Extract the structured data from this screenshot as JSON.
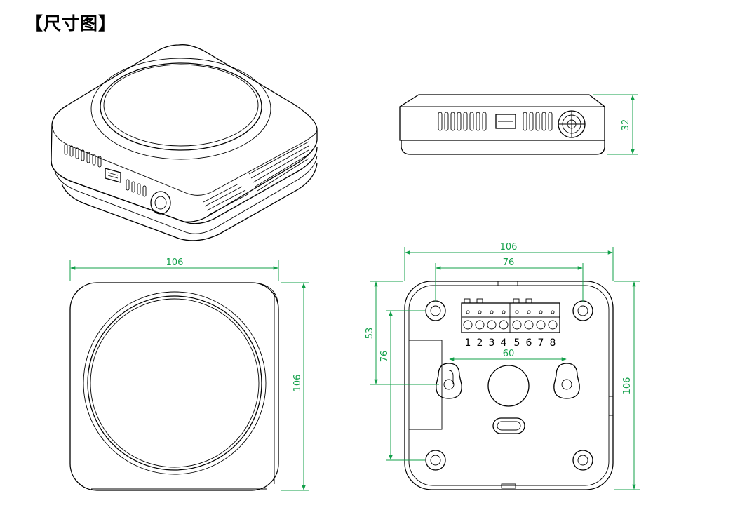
{
  "title": "【尺寸图】",
  "dimensions": {
    "side_height": "32",
    "front_width": "106",
    "front_height": "106",
    "back_width": "106",
    "back_height": "106",
    "hole_spacing_h": "76",
    "hole_spacing_v": "76",
    "keyhole_spacing": "60",
    "keyhole_offset": "53"
  },
  "terminal_labels": [
    "1",
    "2",
    "3",
    "4",
    "5",
    "6",
    "7",
    "8"
  ],
  "colors": {
    "dimension": "#13a04a",
    "outline": "#000000"
  }
}
